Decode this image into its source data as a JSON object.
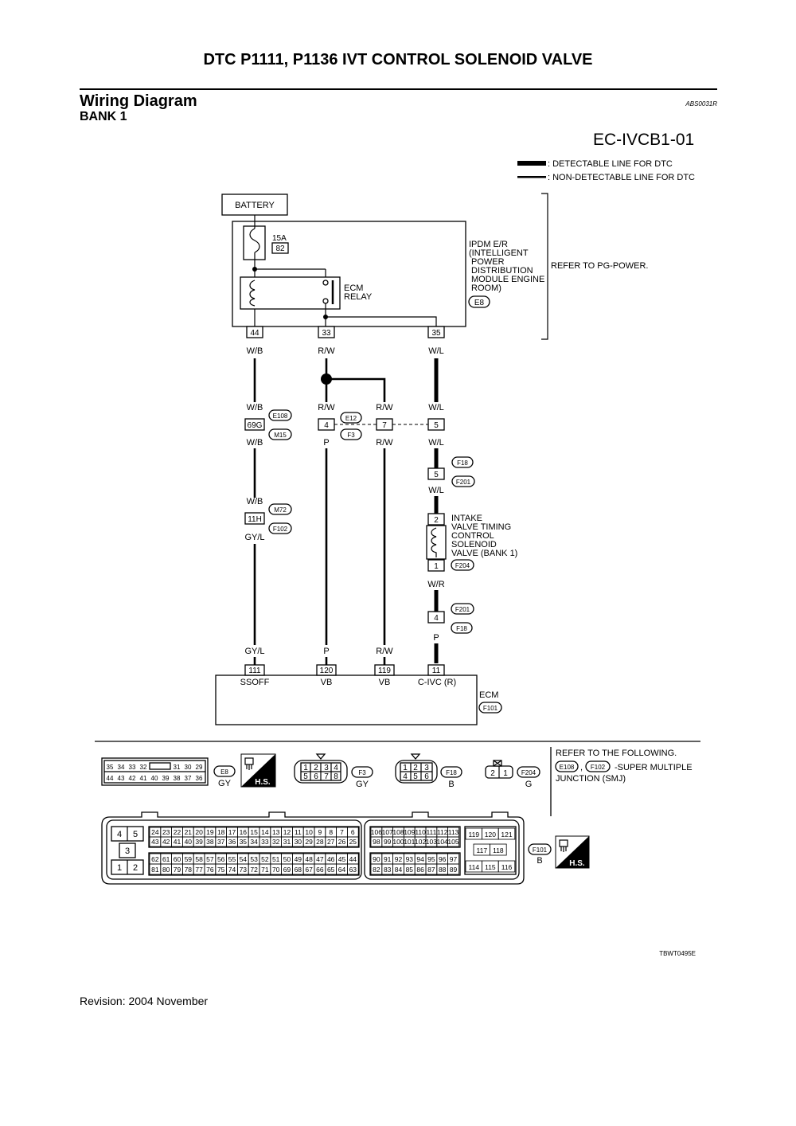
{
  "header": {
    "title": "DTC P1111, P1136 IVT CONTROL SOLENOID VALVE",
    "section": "Wiring Diagram",
    "subsection": "BANK 1",
    "doc_code": "ABS0031R",
    "diagram_id": "EC-IVCB1-01"
  },
  "legend": {
    "detectable": ": DETECTABLE LINE FOR DTC",
    "non_detectable": ": NON-DETECTABLE LINE FOR DTC"
  },
  "battery": "BATTERY",
  "fuse": {
    "amp": "15A",
    "number": "82"
  },
  "relay": [
    "ECM",
    "RELAY"
  ],
  "ipdm": {
    "lines": [
      "IPDM E/R",
      "(INTELLIGENT",
      "POWER",
      "DISTRIBUTION",
      "MODULE ENGINE",
      "ROOM)"
    ],
    "connector": "E8",
    "refer": "REFER TO PG-POWER."
  },
  "wires": {
    "pin_44": "44",
    "pin_33": "33",
    "pin_35": "35",
    "wb": "W/B",
    "rw": "R/W",
    "wl": "W/L",
    "p": "P",
    "gyl": "GY/L",
    "wr": "W/R",
    "pin_69g": "69G",
    "pin_4": "4",
    "pin_7": "7",
    "pin_5": "5",
    "pin_11h": "11H",
    "pin_2": "2",
    "pin_1": "1"
  },
  "connectors": {
    "e108": "E108",
    "m15": "M15",
    "e12": "E12",
    "f3": "F3",
    "f18": "F18",
    "f201": "F201",
    "m72": "M72",
    "f102": "F102",
    "f204": "F204",
    "f101": "F101",
    "e8": "E8"
  },
  "solenoid": [
    "INTAKE",
    "VALVE TIMING",
    "CONTROL",
    "SOLENOID",
    "VALVE (BANK 1)"
  ],
  "ecm": {
    "pins": [
      "111",
      "120",
      "119",
      "11"
    ],
    "names": [
      "SSOFF",
      "VB",
      "VB",
      "C-IVC (R)"
    ],
    "label": "ECM",
    "connector": "F101"
  },
  "footer_connectors": {
    "e8_top": [
      "35",
      "34",
      "33",
      "32",
      "31",
      "30",
      "29"
    ],
    "e8_bottom": [
      "44",
      "43",
      "42",
      "41",
      "40",
      "39",
      "38",
      "37",
      "36"
    ],
    "gy": "GY",
    "b": "B",
    "g": "G",
    "hs": "H.S.",
    "f3_top": [
      "1",
      "2",
      "3",
      "4"
    ],
    "f3_bottom": [
      "5",
      "6",
      "7",
      "8"
    ],
    "f18_top": [
      "1",
      "2",
      "3"
    ],
    "f18_bottom": [
      "4",
      "5",
      "6"
    ],
    "f204_pins": [
      "2",
      "1"
    ],
    "refer_lines": [
      "REFER TO THE FOLLOWING.",
      "-SUPER MULTIPLE",
      "JUNCTION (SMJ)"
    ],
    "refer_sep": ","
  },
  "ecm_connector": {
    "left_pins": [
      "4",
      "5",
      "3",
      "1",
      "2"
    ],
    "row1": [
      "24",
      "23",
      "22",
      "21",
      "20",
      "19",
      "18",
      "17",
      "16",
      "15",
      "14",
      "13",
      "12",
      "11",
      "10",
      "9",
      "8",
      "7",
      "6"
    ],
    "row2": [
      "43",
      "42",
      "41",
      "40",
      "39",
      "38",
      "37",
      "36",
      "35",
      "34",
      "33",
      "32",
      "31",
      "30",
      "29",
      "28",
      "27",
      "26",
      "25"
    ],
    "row3": [
      "62",
      "61",
      "60",
      "59",
      "58",
      "57",
      "56",
      "55",
      "54",
      "53",
      "52",
      "51",
      "50",
      "49",
      "48",
      "47",
      "46",
      "45",
      "44"
    ],
    "row4": [
      "81",
      "80",
      "79",
      "78",
      "77",
      "76",
      "75",
      "74",
      "73",
      "72",
      "71",
      "70",
      "69",
      "68",
      "67",
      "66",
      "65",
      "64",
      "63"
    ],
    "mid_row1": [
      "106",
      "107",
      "108",
      "109",
      "110",
      "111",
      "112",
      "113"
    ],
    "mid_row2": [
      "98",
      "99",
      "100",
      "101",
      "102",
      "103",
      "104",
      "105"
    ],
    "mid_row3": [
      "90",
      "91",
      "92",
      "93",
      "94",
      "95",
      "96",
      "97"
    ],
    "mid_row4": [
      "82",
      "83",
      "84",
      "85",
      "86",
      "87",
      "88",
      "89"
    ],
    "right_top": [
      "119",
      "120",
      "121"
    ],
    "right_mid": [
      "117",
      "118"
    ],
    "right_bottom": [
      "114",
      "115",
      "116"
    ]
  },
  "footer": {
    "image_ref": "TBWT0495E",
    "revision": "Revision: 2004 November"
  }
}
